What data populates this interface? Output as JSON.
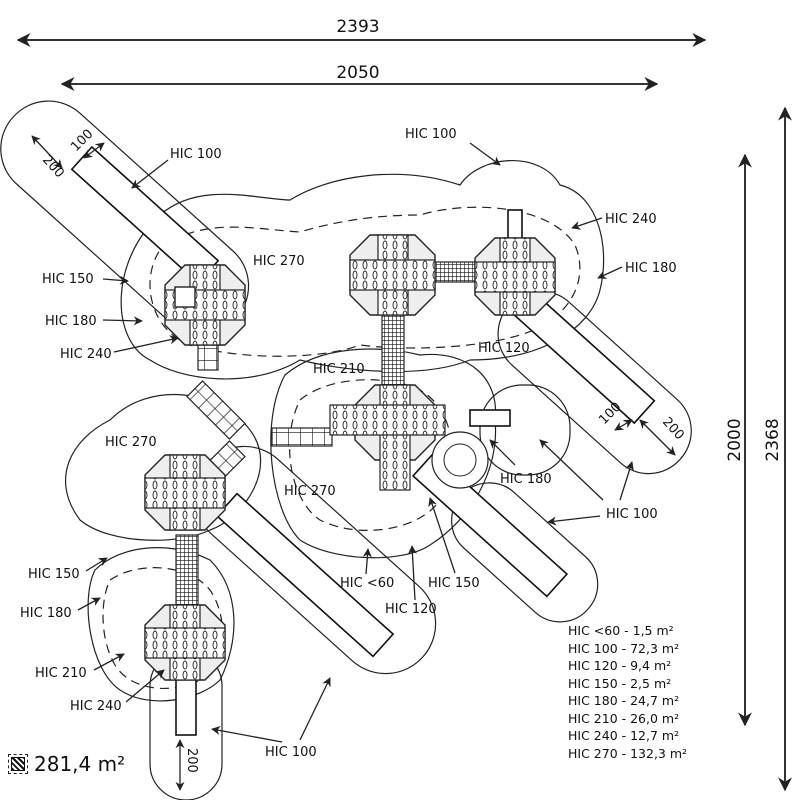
{
  "dimensions": {
    "overall_width": "2393",
    "structure_width": "2050",
    "structure_height": "2000",
    "overall_height": "2368",
    "slide_clearance_nw_outer": "200",
    "slide_clearance_nw_inner": "100",
    "slide_clearance_e_inner": "100",
    "slide_clearance_e_outer": "200",
    "slide_clearance_s": "200"
  },
  "zone_labels": {
    "nw_hic100": "HIC 100",
    "top_hic100": "HIC 100",
    "ne_hic240": "HIC 240",
    "ne_hic180": "HIC 180",
    "ne_hic120": "HIC 120",
    "upper_hic270": "HIC 270",
    "w_hic150": "HIC 150",
    "w_hic180": "HIC 180",
    "w_hic240": "HIC 240",
    "center_hic210": "HIC 210",
    "left_hic270": "HIC 270",
    "center_hic270": "HIC 270",
    "e_hic180": "HIC 180",
    "e_hic100": "HIC 100",
    "c_hic60": "HIC <60",
    "c_hic150": "HIC 150",
    "c_hic120": "HIC 120",
    "sw_hic150": "HIC 150",
    "sw_hic180": "HIC 180",
    "sw_hic210": "HIC 210",
    "sw_hic240": "HIC 240",
    "s_hic100": "HIC 100"
  },
  "legend": [
    "HIC <60 - 1,5 m²",
    "HIC 100 - 72,3 m²",
    "HIC 120 - 9,4 m²",
    "HIC 150 - 2,5 m²",
    "HIC 180 - 24,7 m²",
    "HIC 210 - 26,0 m²",
    "HIC 240 - 12,7 m²",
    "HIC 270 - 132,3 m²"
  ],
  "total_area": "281,4 m²",
  "icons": {
    "total_area": "hatched-area-icon"
  }
}
